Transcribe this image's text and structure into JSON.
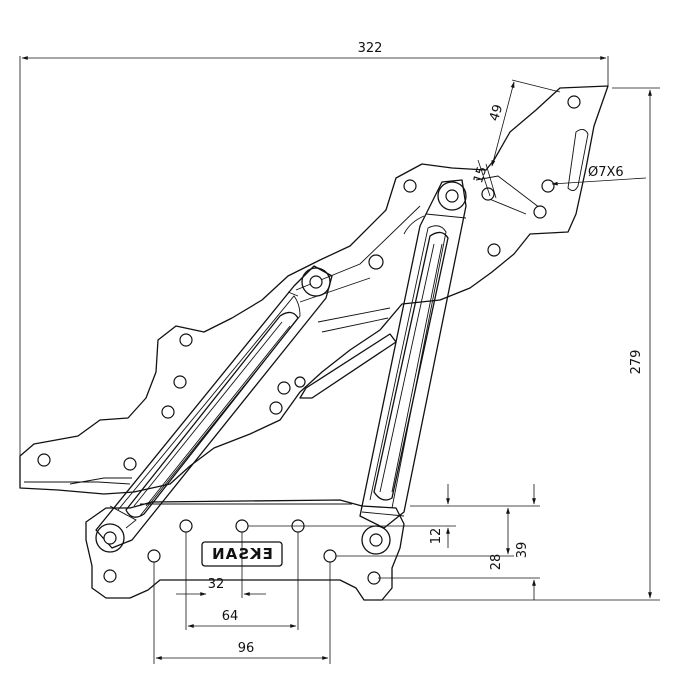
{
  "dimensions": {
    "overall_width": "322",
    "overall_height": "279",
    "slot_offset": "49",
    "pin_offset": "15",
    "slot_size": "Ø7X6",
    "hole_vertical_12": "12",
    "hole_vertical_28": "28",
    "hole_vertical_39": "39",
    "hole_pitch_32": "32",
    "hole_pitch_64": "64",
    "hole_pitch_96": "96"
  },
  "brand": {
    "label": "EKSAN"
  }
}
